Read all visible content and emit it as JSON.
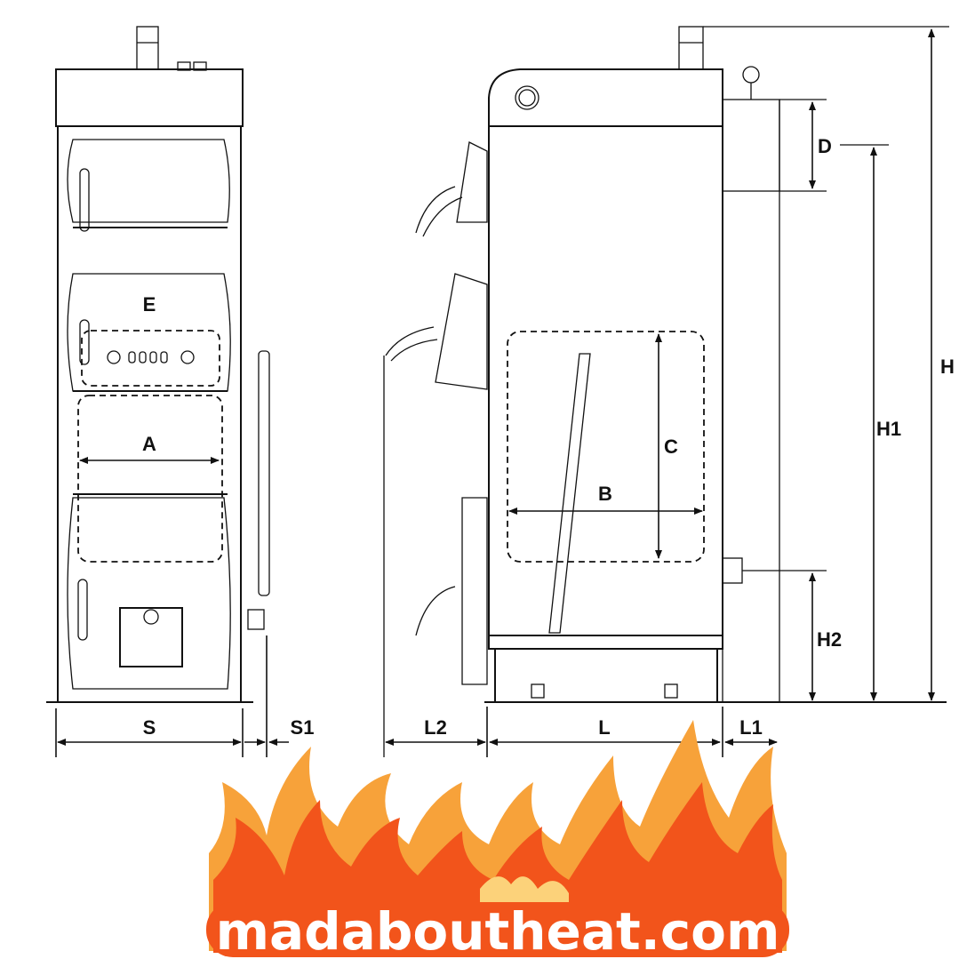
{
  "diagram": {
    "front_view_labels": {
      "door": "E",
      "width_inner": "A",
      "width": "S",
      "side_gap": "S1"
    },
    "side_view_labels": {
      "chamber_width": "B",
      "chamber_height": "C",
      "depth_front": "L2",
      "depth": "L",
      "depth_rear": "L1",
      "flue_diameter": "D",
      "flue_height": "H1",
      "total_height": "H",
      "return_height": "H2"
    }
  },
  "watermark": {
    "text": "madaboutheat.com",
    "colors": {
      "flame_outer": "#f7a23a",
      "flame_inner": "#f2541b",
      "flame_light": "#fcd27a"
    }
  }
}
